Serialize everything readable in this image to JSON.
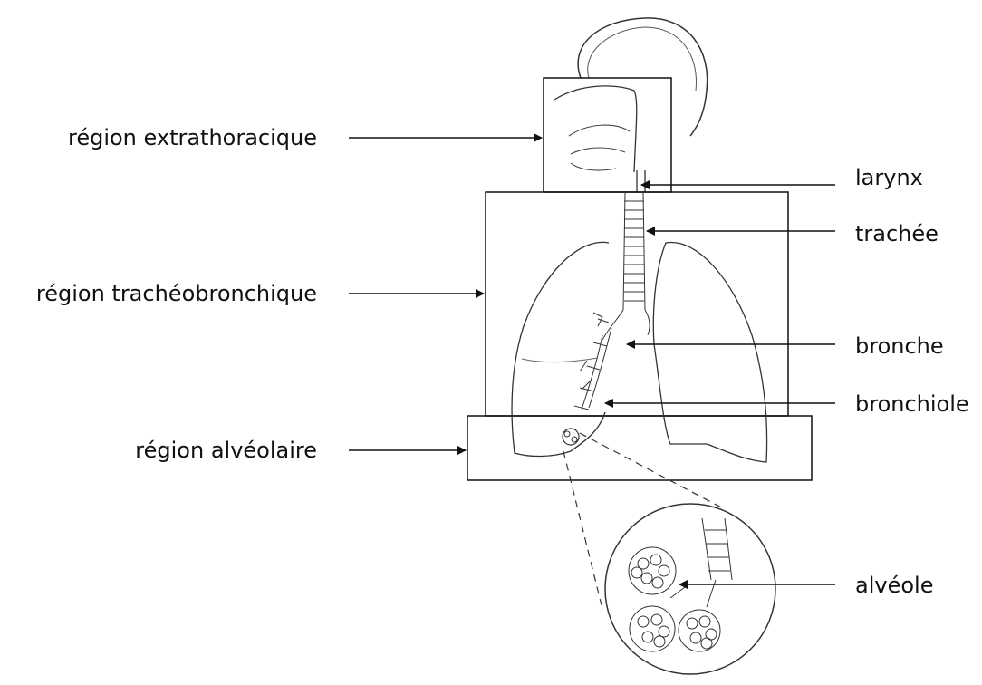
{
  "labels": {
    "extrathoracic": "région extrathoracique",
    "tracheobronchial": "région trachéobronchique",
    "alveolar": "région alvéolaire",
    "larynx": "larynx",
    "trachea": "trachée",
    "bronchus": "bronche",
    "bronchiole": "bronchiole",
    "alveolus": "alvéole"
  },
  "colors": {
    "ink": "#111111",
    "drawing": "#333333",
    "background": "#ffffff"
  }
}
